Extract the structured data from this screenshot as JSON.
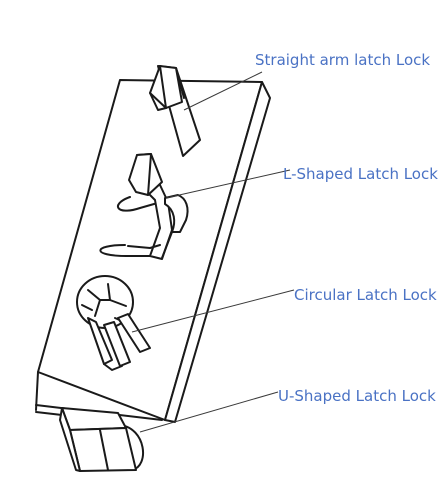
{
  "labels": {
    "straight": "Straight arm latch Lock",
    "l_shaped": "L-Shaped Latch Lock",
    "circular": "Circular Latch Lock",
    "u_shaped": "U-Shaped Latch Lock"
  },
  "colors": {
    "label_text": "#4a72c4",
    "line_art": "#1a1a1a",
    "leader_line": "#3a3a3a",
    "background": "#ffffff"
  }
}
